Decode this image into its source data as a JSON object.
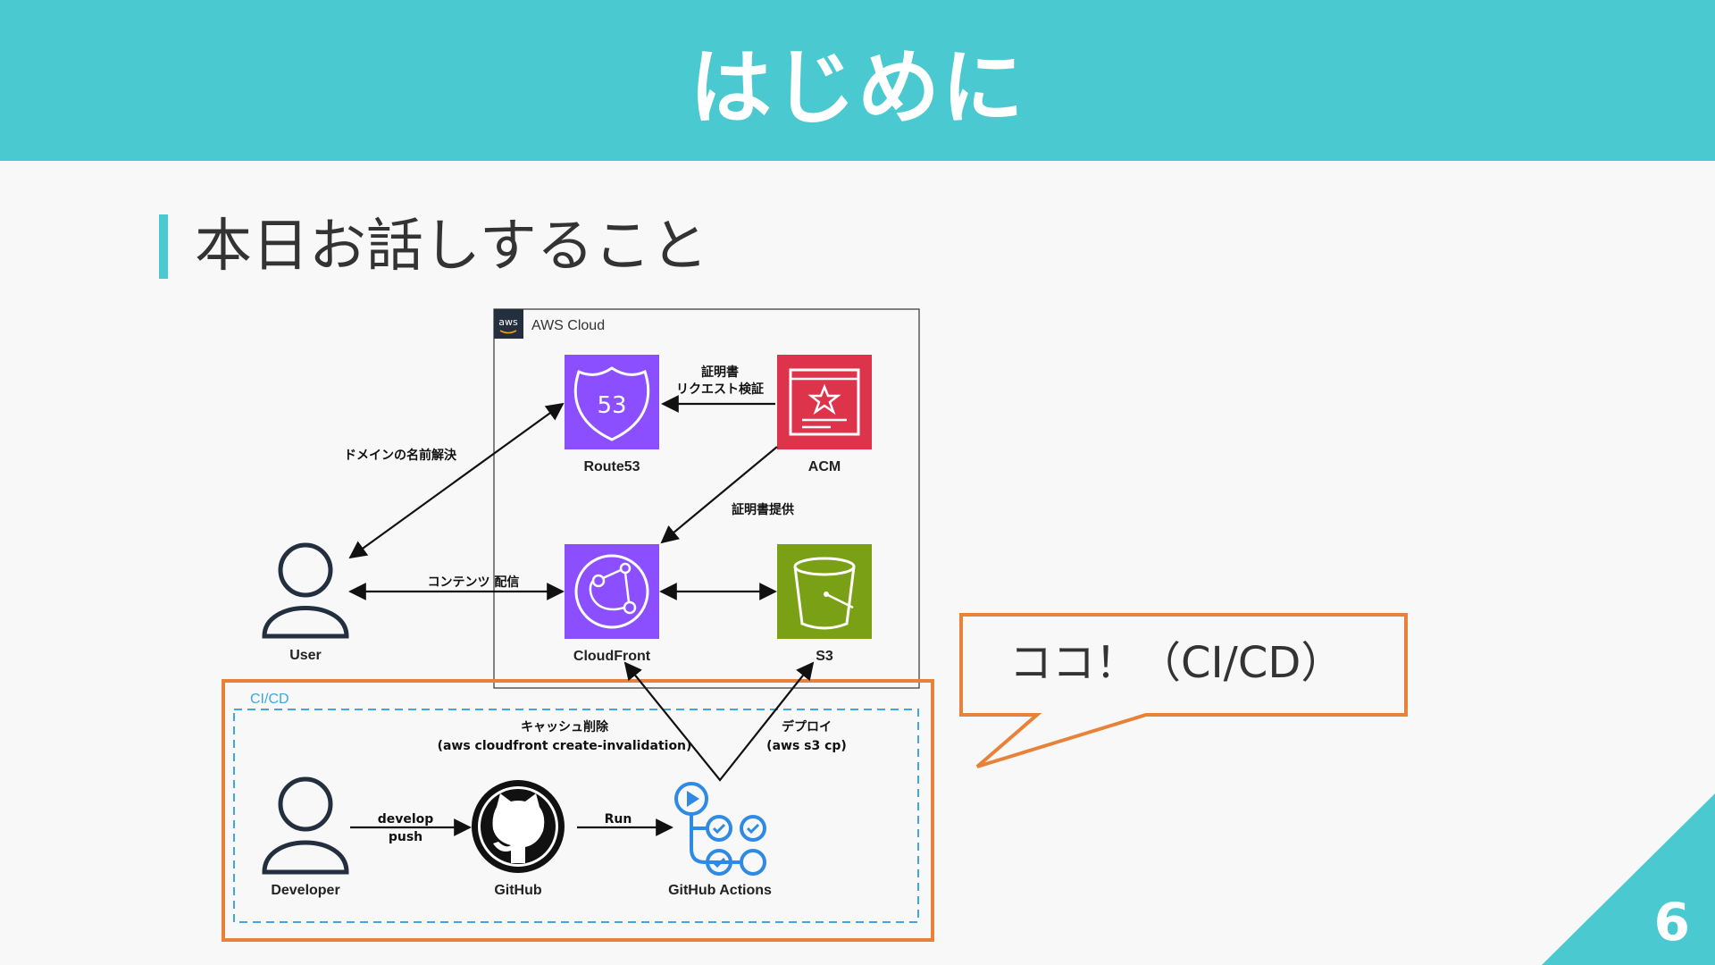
{
  "slide": {
    "title": "はじめに",
    "section_title": "本日お話しすること",
    "page_number": "6"
  },
  "diagram": {
    "aws_group_label": "AWS Cloud",
    "aws_logo_text": "aws",
    "cicd_group_label": "CI/CD",
    "nodes": {
      "user": "User",
      "route53": "Route53",
      "route53_badge": "53",
      "acm": "ACM",
      "cloudfront": "CloudFront",
      "s3": "S3",
      "developer": "Developer",
      "github": "GitHub",
      "github_actions": "GitHub Actions"
    },
    "edges": {
      "dns": "ドメインの名前解決",
      "cert_request_1": "証明書",
      "cert_request_2": "リクエスト検証",
      "cert_provide": "証明書提供",
      "content": "コンテンツ 配信",
      "cache_1": "キャッシュ削除",
      "cache_2": "(aws cloudfront create-invalidation)",
      "deploy_1": "デプロイ",
      "deploy_2": "(aws s3 cp)",
      "develop_1": "develop",
      "develop_2": "push",
      "run": "Run"
    },
    "colors": {
      "route53": "#8c4fff",
      "acm": "#dd344c",
      "cloudfront": "#8c4fff",
      "s3": "#7aa116",
      "cicd_dash": "#3fa7e0",
      "highlight": "#e8823a",
      "actions": "#2f8ae5"
    }
  },
  "callout": {
    "text": "ココ！（CI/CD）"
  }
}
